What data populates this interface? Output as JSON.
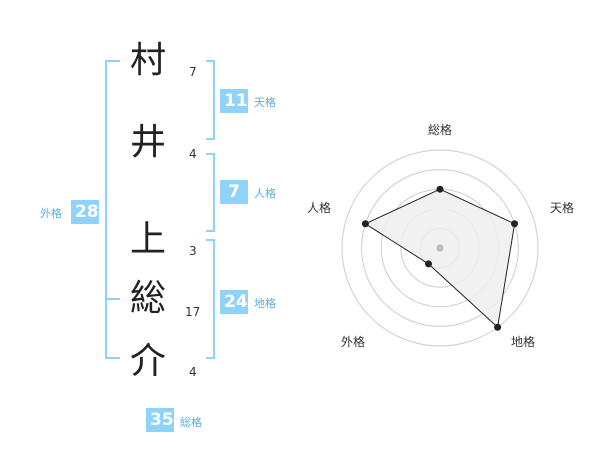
{
  "name": {
    "surname": [
      {
        "char": "村",
        "strokes": "7"
      },
      {
        "char": "井",
        "strokes": "4"
      }
    ],
    "given": [
      {
        "char": "上",
        "strokes": "3"
      },
      {
        "char": "総",
        "strokes": "17"
      },
      {
        "char": "介",
        "strokes": "4"
      }
    ]
  },
  "kakusu": {
    "tenkaku": {
      "value": "11",
      "label": "天格"
    },
    "jinkaku": {
      "value": "7",
      "label": "人格"
    },
    "chikaku": {
      "value": "24",
      "label": "地格"
    },
    "gaikaku": {
      "value": "28",
      "label": "外格"
    },
    "soukaku": {
      "value": "35",
      "label": "総格"
    }
  },
  "colors": {
    "bracket": "#8fd3fb",
    "badge": "#8fd3fb",
    "badge_label": "#5aaee6",
    "radar_ring": "#cccccc",
    "radar_fill": "#eeeeee",
    "radar_line": "#222222"
  },
  "chart_data": {
    "type": "radar",
    "axes": [
      "総格",
      "天格",
      "地格",
      "外格",
      "人格"
    ],
    "values": [
      3,
      4,
      5,
      1,
      4
    ],
    "rmax": 5
  }
}
